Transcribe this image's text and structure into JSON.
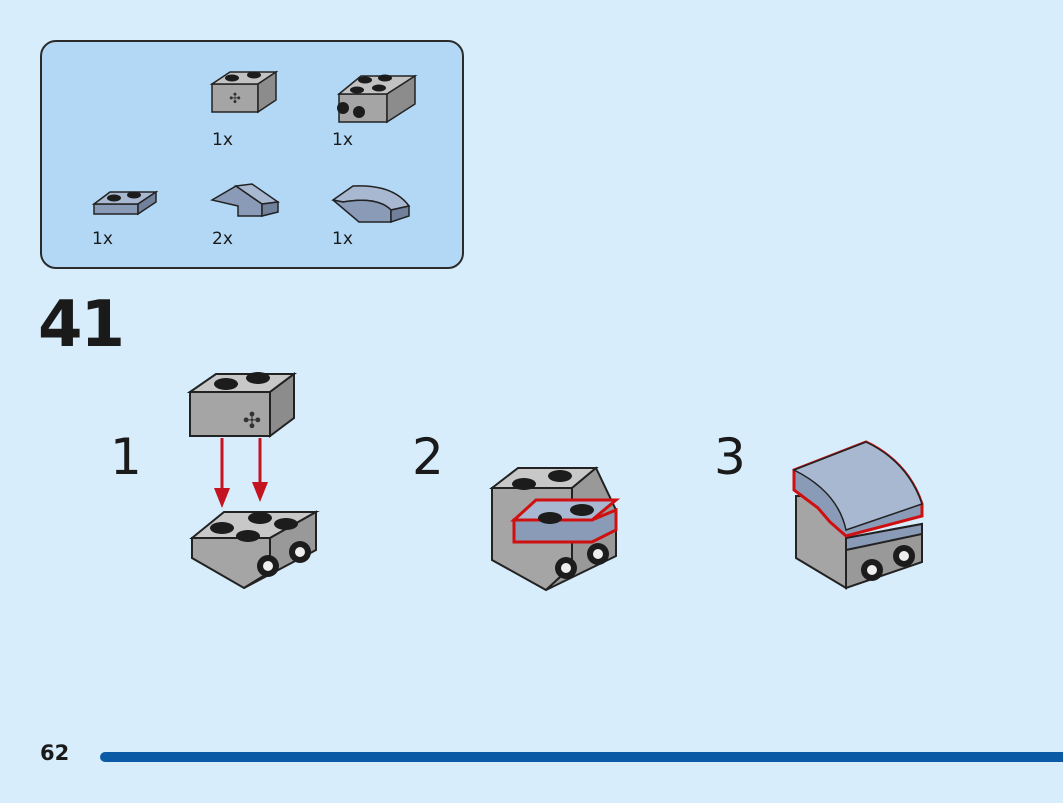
{
  "parts_list": {
    "items": [
      {
        "icon": "grey-1x2-technic-brick-icon",
        "qty": "1x"
      },
      {
        "icon": "grey-2x2-brick-with-side-studs-icon",
        "qty": "1x"
      },
      {
        "icon": "blue-grey-1x2-plate-icon",
        "qty": "1x"
      },
      {
        "icon": "blue-grey-slope-icon",
        "qty": "2x"
      },
      {
        "icon": "blue-grey-curved-slope-icon",
        "qty": "1x"
      }
    ]
  },
  "step": {
    "number": "41",
    "substeps": [
      {
        "label": "1"
      },
      {
        "label": "2"
      },
      {
        "label": "3"
      }
    ]
  },
  "page": {
    "number": "62"
  },
  "colors": {
    "background": "#d7edfc",
    "parts_box": "#b2d8f6",
    "grey_brick": "#a5a5a5",
    "blue_grey": "#8a9bb8",
    "highlight": "#d01010",
    "arrow": "#c4141f",
    "page_bar": "#0a5aa6"
  }
}
